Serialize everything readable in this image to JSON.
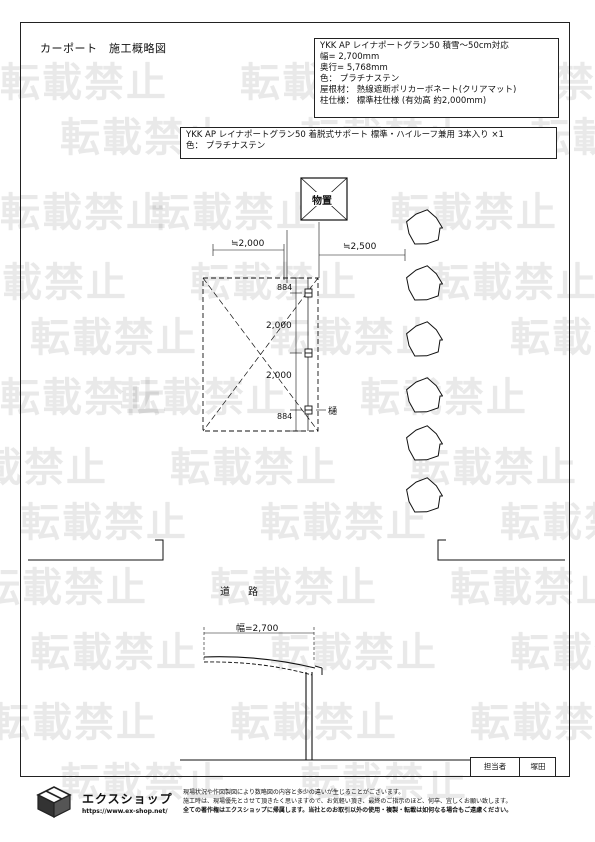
{
  "header": {
    "title": "カーポート　施工概略図"
  },
  "spec_box": {
    "lines": [
      "YKK AP レイナポートグラン50 積雪～50cm対応",
      "幅= 2,700mm",
      "奥行= 5,768mm",
      "色： プラチナステン",
      "屋根材： 熱線遮断ポリカーボネート(クリアマット)",
      "柱仕様： 標準柱仕様 (有効高 約2,000mm)"
    ]
  },
  "option_box": {
    "lines": [
      "YKK AP レイナポートグラン50 着脱式サポート 標準・ハイルーフ兼用 3本入り ×1",
      "色： プラチナステン"
    ]
  },
  "plan": {
    "storage_label": "物置",
    "dim_left": "≒2,000",
    "dim_right": "≒2,500",
    "dim_top_overhang": "884",
    "dim_span_1": "2,000",
    "dim_span_2": "2,000",
    "dim_bottom_overhang": "884",
    "gutter_label": "樋",
    "road_label": "道　路"
  },
  "elevation": {
    "width_label": "幅=2,700"
  },
  "signature": {
    "label": "担当者",
    "value": "塚田"
  },
  "footer": {
    "logo_text": "エクスショップ",
    "url": "https://www.ex-shop.net/",
    "notes": [
      "現場状況や作図製図により数略図の内容と多少の違いが生じることがございます。",
      "施工時は、現場優先とさせて頂きたく思いますので、お気軽い頂き、最終のご指示のほど、何卒、宜しくお願い致します。",
      "全ての著作権はエクスショップに帰属します。当社とのお取引以外の使用・複製・転載は如何なる場合もご遠慮ください。"
    ]
  },
  "watermark": {
    "text": "転載禁止"
  }
}
